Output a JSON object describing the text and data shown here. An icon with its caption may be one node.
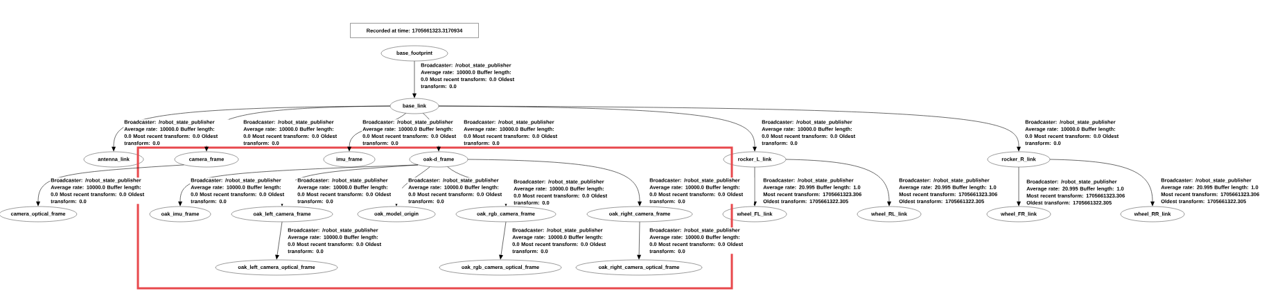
{
  "diagram": {
    "nodes": [
      {
        "text": [
          "Recorded at time: 1705661323.3170934"
        ]
      },
      {
        "text": [
          "base_footprint"
        ]
      },
      {
        "text": [
          "base_link"
        ]
      },
      {
        "text": [
          "antenna_link"
        ]
      },
      {
        "text": [
          "camera_frame"
        ]
      },
      {
        "text": [
          "imu_frame"
        ]
      },
      {
        "text": [
          "oak-d_frame"
        ]
      },
      {
        "text": [
          "rocker_L_link"
        ]
      },
      {
        "text": [
          "rocker_R_link"
        ]
      },
      {
        "text": [
          "camera_optical_frame"
        ]
      },
      {
        "text": [
          "oak_imu_frame"
        ]
      },
      {
        "text": [
          "oak_left_camera_frame"
        ]
      },
      {
        "text": [
          "oak_model_origin"
        ]
      },
      {
        "text": [
          "oak_rgb_camera_frame"
        ]
      },
      {
        "text": [
          "oak_right_camera_frame"
        ]
      },
      {
        "text": [
          "wheel_FL_link"
        ]
      },
      {
        "text": [
          "wheel_RL_link"
        ]
      },
      {
        "text": [
          "wheel_FR_link"
        ]
      },
      {
        "text": [
          "wheel_RR_link"
        ]
      },
      {
        "text": [
          "oak_left_camera_optical_frame"
        ]
      },
      {
        "text": [
          "oak_rgb_camera_optical_frame"
        ]
      },
      {
        "text": [
          "oak_right_camera_optical_frame"
        ]
      }
    ],
    "edges": [
      {
        "from": 1,
        "to": 2,
        "arrow": "to",
        "label": "Broadcaster: /robot_state_publisher Average rate: 10000.0 Buffer length: 0.0 Most recent transform: 0.0 Oldest transform: 0.0"
      },
      {
        "from": 2,
        "to": 3,
        "arrow": "to",
        "label": "Broadcaster: /robot_state_publisher Average rate: 10000.0 Buffer length: 0.0 Most recent transform: 0.0 Oldest transform: 0.0"
      },
      {
        "from": 2,
        "to": 4,
        "arrow": "to",
        "label": "Broadcaster: /robot_state_publisher Average rate: 10000.0 Buffer length: 0.0 Most recent transform: 0.0 Oldest transform: 0.0"
      },
      {
        "from": 2,
        "to": 5,
        "arrow": "to",
        "label": "Broadcaster: /robot_state_publisher Average rate: 10000.0 Buffer length: 0.0 Most recent transform: 0.0 Oldest transform: 0.0"
      },
      {
        "from": 2,
        "to": 6,
        "arrow": "to",
        "label": "Broadcaster: /robot_state_publisher Average rate: 10000.0 Buffer length: 0.0 Most recent transform: 0.0 Oldest transform: 0.0"
      },
      {
        "from": 2,
        "to": 7,
        "arrow": "to",
        "label": "Broadcaster: /robot_state_publisher Average rate: 10000.0 Buffer length: 0.0 Most recent transform: 0.0 Oldest transform: 0.0"
      },
      {
        "from": 2,
        "to": 8,
        "arrow": "to",
        "label": "Broadcaster: /robot_state_publisher Average rate: 10000.0 Buffer length: 0.0 Most recent transform: 0.0 Oldest transform: 0.0"
      },
      {
        "from": 4,
        "to": 9,
        "arrow": "to",
        "label": "Broadcaster: /robot_state_publisher Average rate: 10000.0 Buffer length: 0.0 Most recent transform: 0.0 Oldest transform: 0.0"
      },
      {
        "from": 6,
        "to": 10,
        "arrow": "to",
        "label": "Broadcaster: /robot_state_publisher Average rate: 10000.0 Buffer length: 0.0 Most recent transform: 0.0 Oldest transform: 0.0"
      },
      {
        "from": 6,
        "to": 11,
        "arrow": "to",
        "label": "Broadcaster: /robot_state_publisher Average rate: 10000.0 Buffer length: 0.0 Most recent transform: 0.0 Oldest transform: 0.0"
      },
      {
        "from": 6,
        "to": 12,
        "arrow": "to",
        "label": "Broadcaster: /robot_state_publisher Average rate: 10000.0 Buffer length: 0.0 Most recent transform: 0.0 Oldest transform: 0.0"
      },
      {
        "from": 6,
        "to": 13,
        "arrow": "to",
        "label": "Broadcaster: /robot_state_publisher Average rate: 10000.0 Buffer length: 0.0 Most recent transform: 0.0 Oldest transform: 0.0"
      },
      {
        "from": 6,
        "to": 14,
        "arrow": "to",
        "label": "Broadcaster: /robot_state_publisher Average rate: 10000.0 Buffer length: 0.0 Most recent transform: 0.0 Oldest transform: 0.0"
      },
      {
        "from": 7,
        "to": 15,
        "arrow": "to",
        "label": "Broadcaster: /robot_state_publisher Average rate: 20.995 Buffer length: 1.0 Most recent transform: 1705661323.306 Oldest transform: 1705661322.305"
      },
      {
        "from": 7,
        "to": 16,
        "arrow": "to",
        "label": "Broadcaster: /robot_state_publisher Average rate: 20.995 Buffer length: 1.0 Most recent transform: 1705661323.306 Oldest transform: 1705661322.305"
      },
      {
        "from": 8,
        "to": 17,
        "arrow": "to",
        "label": "Broadcaster: /robot_state_publisher Average rate: 20.995 Buffer length: 1.0 Most recent transform: 1705661323.306 Oldest transform: 1705661322.305"
      },
      {
        "from": 8,
        "to": 18,
        "arrow": "to",
        "label": "Broadcaster: /robot_state_publisher Average rate: 20.995 Buffer length: 1.0 Most recent transform: 1705661323.306 Oldest transform: 1705661322.305"
      },
      {
        "from": 11,
        "to": 19,
        "arrow": "to",
        "label": "Broadcaster: /robot_state_publisher Average rate: 10000.0 Buffer length: 0.0 Most recent transform: 0.0 Oldest transform: 0.0"
      },
      {
        "from": 13,
        "to": 20,
        "arrow": "to",
        "label": "Broadcaster: /robot_state_publisher Average rate: 10000.0 Buffer length: 0.0 Most recent transform: 0.0 Oldest transform: 0.0"
      },
      {
        "from": 14,
        "to": 21,
        "arrow": "to",
        "label": "Broadcaster: /robot_state_publisher Average rate: 10000.0 Buffer length: 0.0 Most recent transform: 0.0 Oldest transform: 0.0"
      }
    ]
  }
}
